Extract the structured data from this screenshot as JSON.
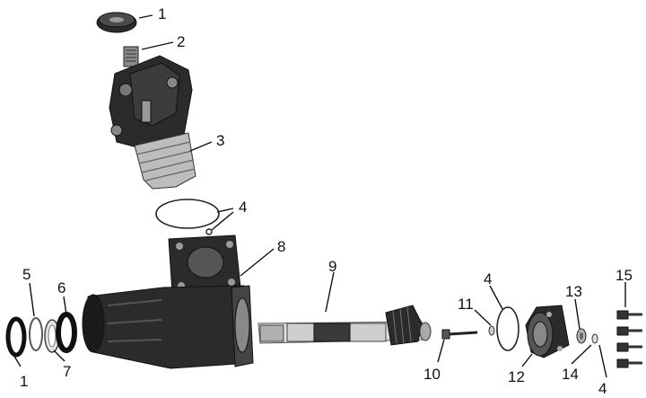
{
  "diagram": {
    "callouts": [
      {
        "id": "c1-top",
        "label": "1"
      },
      {
        "id": "c2",
        "label": "2"
      },
      {
        "id": "c3",
        "label": "3"
      },
      {
        "id": "c4-top",
        "label": "4"
      },
      {
        "id": "c8",
        "label": "8"
      },
      {
        "id": "c9",
        "label": "9"
      },
      {
        "id": "c4-mid",
        "label": "4"
      },
      {
        "id": "c11",
        "label": "11"
      },
      {
        "id": "c13",
        "label": "13"
      },
      {
        "id": "c15",
        "label": "15"
      },
      {
        "id": "c5",
        "label": "5"
      },
      {
        "id": "c6",
        "label": "6"
      },
      {
        "id": "c1-bottom",
        "label": "1"
      },
      {
        "id": "c7",
        "label": "7"
      },
      {
        "id": "c10",
        "label": "10"
      },
      {
        "id": "c12",
        "label": "12"
      },
      {
        "id": "c14",
        "label": "14"
      },
      {
        "id": "c4-bottom",
        "label": "4"
      }
    ]
  }
}
